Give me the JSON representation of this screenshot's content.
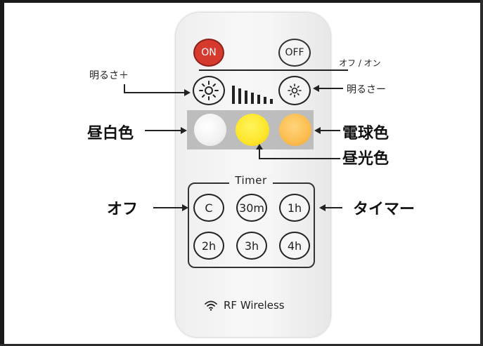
{
  "remote": {
    "power": {
      "on_label": "ON",
      "off_label": "OFF"
    },
    "labels": {
      "off_on": "オフ / オン",
      "brightness_up": "明るさ＋",
      "brightness_down": "明るさー",
      "neutral_white": "昼白色",
      "warm_white": "電球色",
      "daylight": "昼光色",
      "off": "オフ",
      "timer": "タイマー"
    },
    "timer": {
      "title": "Timer",
      "buttons": [
        "C",
        "30m",
        "1h",
        "2h",
        "3h",
        "4h"
      ]
    },
    "footer": "RF Wireless",
    "colors": {
      "on_button": "#d63a2e",
      "neutral_white": "#f1f1f1",
      "daylight": "#fde52b",
      "warm_white": "#fbbd4f",
      "color_panel": "#bdbdbd"
    }
  }
}
